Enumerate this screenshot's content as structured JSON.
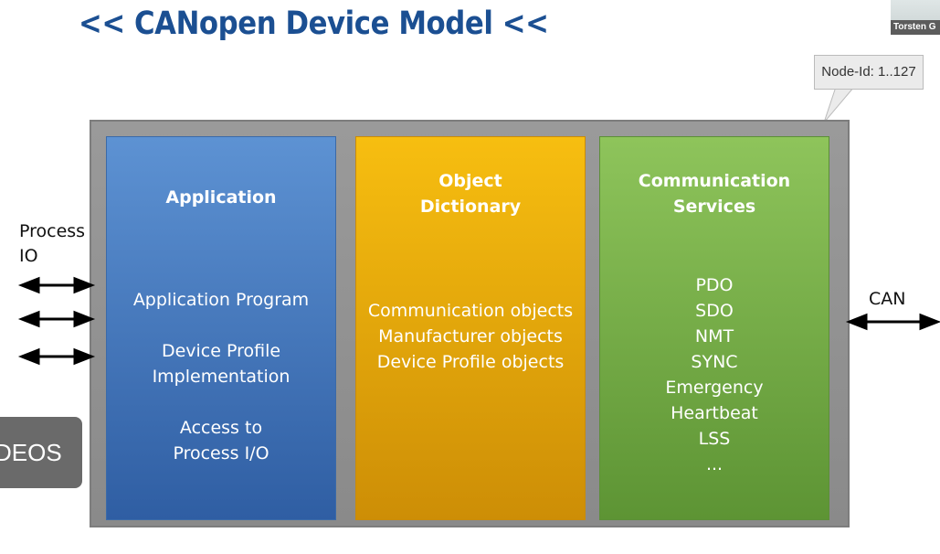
{
  "title": "<< CANopen Device Model <<",
  "presenter_name": "Torsten G",
  "callout": "Node-Id: 1..127",
  "left_label": [
    "Process",
    "IO"
  ],
  "right_label": "CAN",
  "panels": {
    "application": {
      "title": "Application",
      "items": [
        "Application Program",
        "Device Profile",
        "Implementation",
        "Access to",
        "Process I/O"
      ]
    },
    "dictionary": {
      "title": [
        "Object",
        "Dictionary"
      ],
      "items": [
        "Communication objects",
        "Manufacturer objects",
        "Device Profile objects"
      ]
    },
    "communication": {
      "title": [
        "Communication",
        "Services"
      ],
      "items": [
        "PDO",
        "SDO",
        "NMT",
        "SYNC",
        "Emergency",
        "Heartbeat",
        "LSS",
        "..."
      ]
    }
  },
  "overlay_button": "DEOS"
}
